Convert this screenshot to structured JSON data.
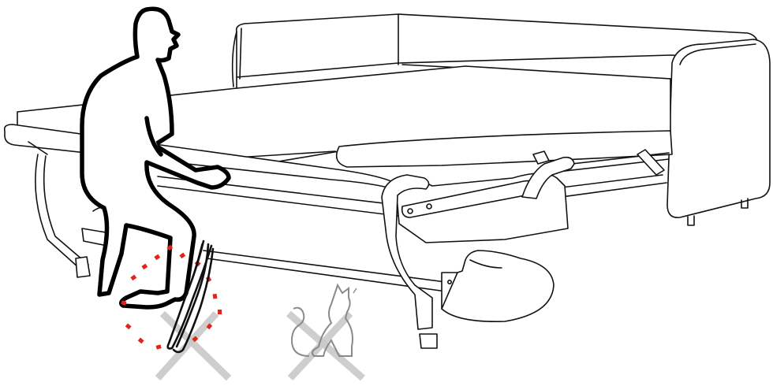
{
  "diagram": {
    "subject": "",
    "warning_color": "#e0241b",
    "hatch_color": "#c9c9c9",
    "line_color": "#111111",
    "icons": [
      "person-figure",
      "sofa-bed",
      "stay-clear-zone-feet",
      "no-pet-icon"
    ]
  }
}
